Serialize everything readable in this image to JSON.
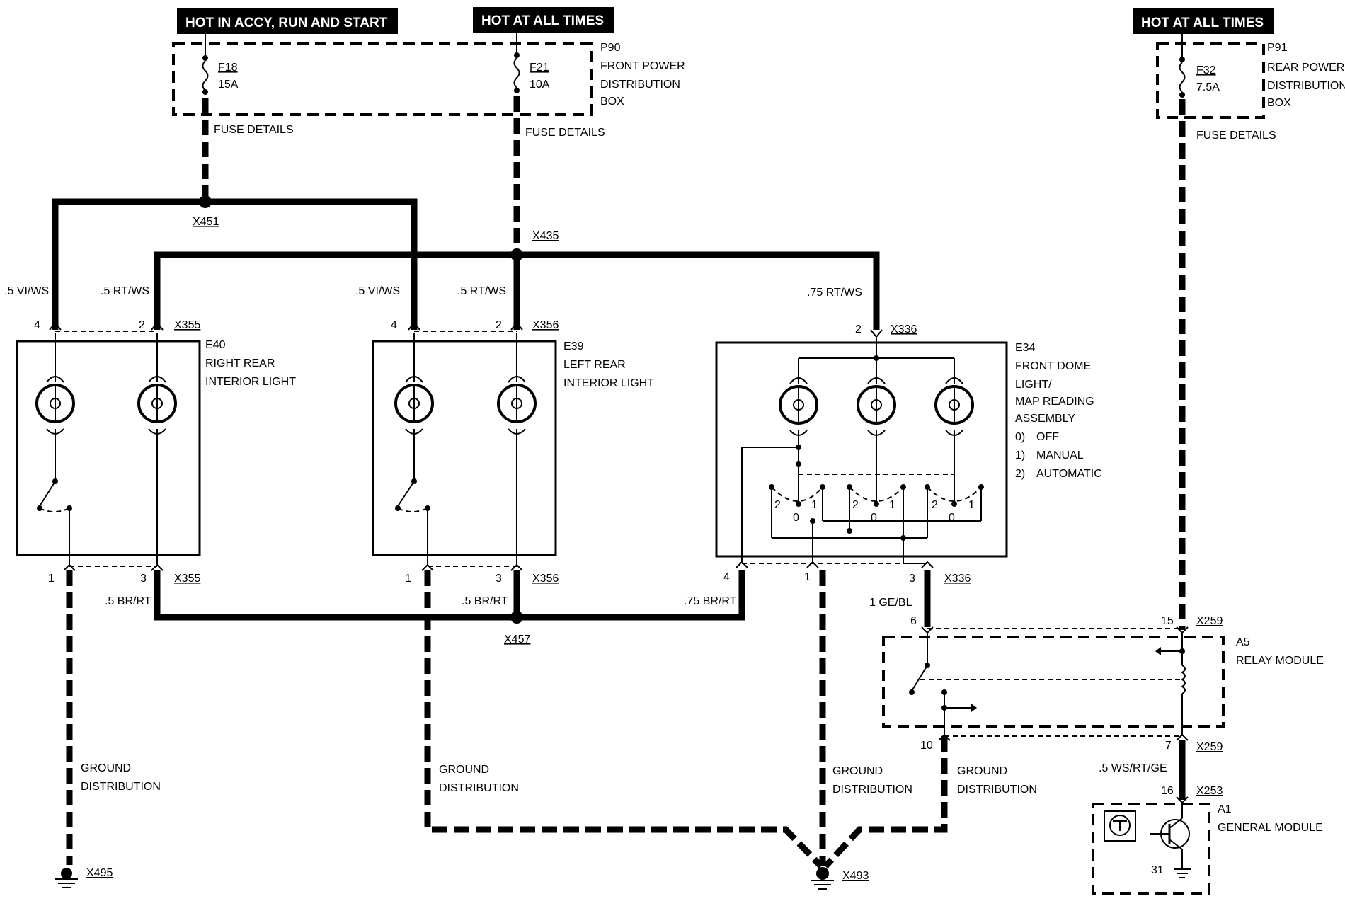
{
  "headers": {
    "accy": "HOT IN ACCY, RUN AND START",
    "hot_front": "HOT AT ALL TIMES",
    "hot_rear": "HOT AT ALL TIMES"
  },
  "fuse_box_front": {
    "id": "P90",
    "line1": "FRONT POWER",
    "line2": "DISTRIBUTION",
    "line3": "BOX"
  },
  "fuse_box_rear": {
    "id": "P91",
    "line1": "REAR POWER",
    "line2": "DISTRIBUTION",
    "line3": "BOX"
  },
  "fuses": {
    "f18": {
      "name": "F18",
      "rating": "15A"
    },
    "f21": {
      "name": "F21",
      "rating": "10A"
    },
    "f32": {
      "name": "F32",
      "rating": "7.5A"
    }
  },
  "fuse_details": "FUSE DETAILS",
  "splices": {
    "x451": "X451",
    "x435": "X435",
    "x457": "X457"
  },
  "wires": {
    "vi_ws": ".5 VI/WS",
    "rt_ws": ".5 RT/WS",
    "rt_ws_75": ".75 RT/WS",
    "br_rt": ".5 BR/RT",
    "br_rt_75": ".75 BR/RT",
    "ge_bl": "1 GE/BL",
    "ws_rt_ge": ".5 WS/RT/GE"
  },
  "connectors": {
    "x355": "X355",
    "x356": "X356",
    "x336": "X336",
    "x259": "X259",
    "x253": "X253"
  },
  "pins": {
    "p1": "1",
    "p2": "2",
    "p3": "3",
    "p4": "4",
    "p6": "6",
    "p7": "7",
    "p10": "10",
    "p15": "15",
    "p16": "16",
    "p31": "31",
    "s0": "0",
    "s1": "1",
    "s2": "2"
  },
  "e40": {
    "id": "E40",
    "line1": "RIGHT REAR",
    "line2": "INTERIOR LIGHT"
  },
  "e39": {
    "id": "E39",
    "line1": "LEFT REAR",
    "line2": "INTERIOR LIGHT"
  },
  "e34": {
    "id": "E34",
    "line1": "FRONT DOME",
    "line2": "LIGHT/",
    "line3": "MAP READING",
    "line4": "ASSEMBLY",
    "opt0_num": "0)",
    "opt0": "OFF",
    "opt1_num": "1)",
    "opt1": "MANUAL",
    "opt2_num": "2)",
    "opt2": "AUTOMATIC"
  },
  "a5": {
    "id": "A5",
    "line1": "RELAY MODULE"
  },
  "a1": {
    "id": "A1",
    "line1": "GENERAL MODULE"
  },
  "ground": {
    "line1": "GROUND",
    "line2": "DISTRIBUTION",
    "x495": "X495",
    "x493": "X493"
  }
}
